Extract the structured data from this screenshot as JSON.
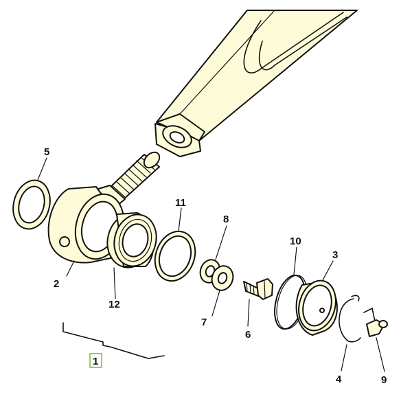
{
  "diagram": {
    "callouts": [
      {
        "id": "c1",
        "label": "1",
        "highlighted": true
      },
      {
        "id": "c2",
        "label": "2"
      },
      {
        "id": "c3",
        "label": "3"
      },
      {
        "id": "c4",
        "label": "4"
      },
      {
        "id": "c5",
        "label": "5"
      },
      {
        "id": "c6",
        "label": "6"
      },
      {
        "id": "c7",
        "label": "7"
      },
      {
        "id": "c8",
        "label": "8"
      },
      {
        "id": "c9",
        "label": "9"
      },
      {
        "id": "c10",
        "label": "10"
      },
      {
        "id": "c11",
        "label": "11"
      },
      {
        "id": "c12",
        "label": "12"
      }
    ],
    "colors": {
      "part_fill": "#fefbd8",
      "outline": "#111111",
      "highlight": "#7fc241"
    }
  }
}
